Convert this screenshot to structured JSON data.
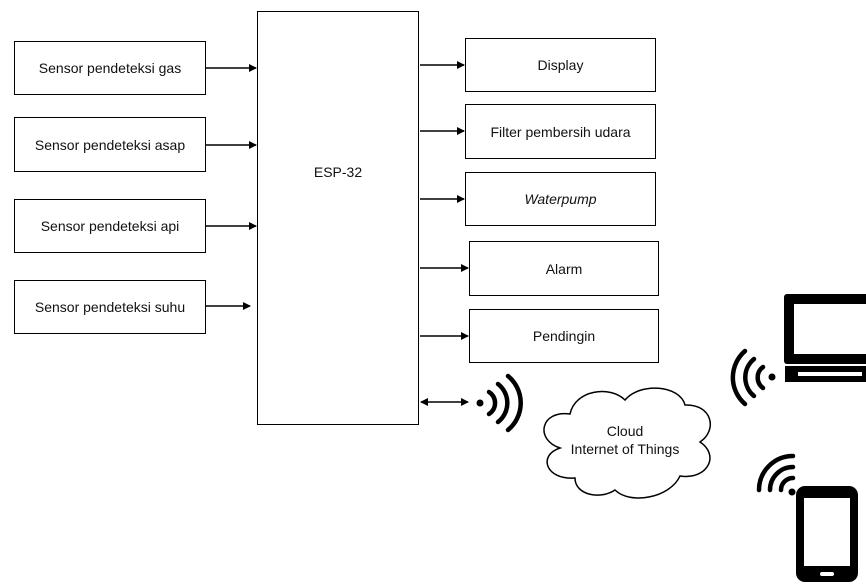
{
  "inputs": [
    {
      "label": "Sensor pendeteksi gas"
    },
    {
      "label": "Sensor pendeteksi asap"
    },
    {
      "label": "Sensor pendeteksi api"
    },
    {
      "label": "Sensor pendeteksi suhu"
    }
  ],
  "controller": {
    "label": "ESP-32"
  },
  "outputs": [
    {
      "label": "Display"
    },
    {
      "label": "Filter pembersih udara"
    },
    {
      "label": "Waterpump"
    },
    {
      "label": "Alarm"
    },
    {
      "label": "Pendingin"
    }
  ],
  "cloud": {
    "line1": "Cloud",
    "line2": "Internet of Things"
  },
  "icons": [
    "wifi-signal-icon",
    "desktop-computer-icon",
    "smartphone-icon"
  ]
}
